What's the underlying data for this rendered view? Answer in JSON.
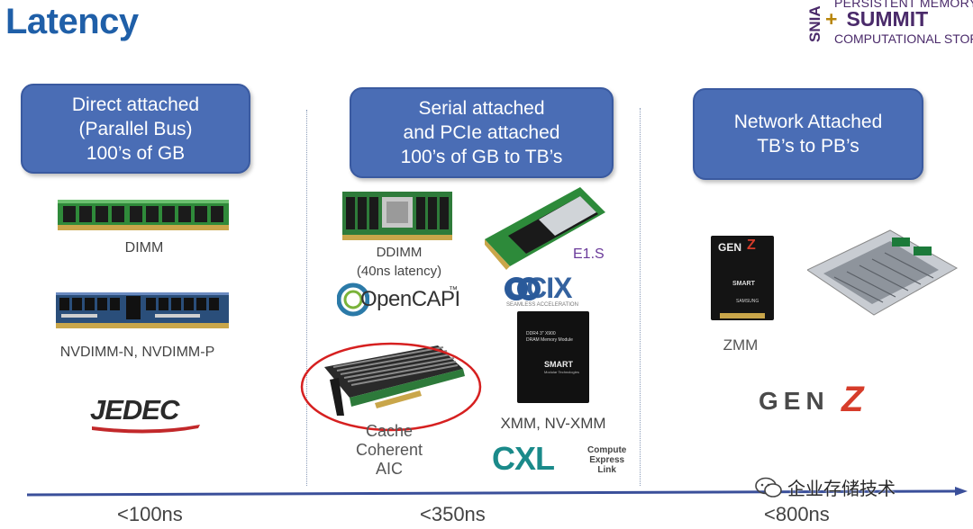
{
  "slide": {
    "title": "Latency"
  },
  "logo": {
    "vertical": "SNIA",
    "line1": "PERSISTENT MEMORY",
    "plus": "+",
    "line2": "SUMMIT",
    "line3": "COMPUTATIONAL STORAGE"
  },
  "columns": [
    {
      "heading": [
        "Direct attached",
        "(Parallel Bus)",
        "100’s of GB"
      ]
    },
    {
      "heading": [
        "Serial attached",
        "and PCIe attached",
        "100’s of GB to TB’s"
      ]
    },
    {
      "heading": [
        "Network Attached",
        "TB’s to PB’s"
      ]
    }
  ],
  "items": {
    "dimm": "DIMM",
    "nvdimm": "NVDIMM-N, NVDIMM-P",
    "jedec": "JEDEC",
    "ddimm": [
      "DDIMM",
      "(40ns latency)"
    ],
    "e1s": "E1.S",
    "opencapi": "OpenCAPI",
    "opencapi_tm": "™",
    "ccix": "CCIX",
    "ccix_tagline": "SEAMLESS ACCELERATION",
    "cache_aic": [
      "Cache",
      "Coherent",
      "AIC"
    ],
    "xmm": "XMM, NV-XMM",
    "xmm_card": [
      "DDR4 3\" X900",
      "DRAM Memory Module",
      "SMART",
      "Modular Technologies"
    ],
    "cxl": "CXL",
    "cxl_sub": [
      "Compute",
      "Express",
      "Link"
    ],
    "zmm": "ZMM",
    "zmm_card": [
      "GEN",
      "Z",
      "SMART",
      "SAMSUNG"
    ],
    "genz": "GEN",
    "genz_z": "Z"
  },
  "timeline": {
    "labels": [
      "<100ns",
      "<350ns",
      "<800ns"
    ]
  },
  "watermark": "企业存储技术",
  "colors": {
    "title": "#1f5fa8",
    "box": "#4a6db5",
    "highlight": "#d62020",
    "genz_red": "#d63c2a",
    "cxl_teal": "#1a8a8a",
    "timeline": "#3a4f9a"
  }
}
